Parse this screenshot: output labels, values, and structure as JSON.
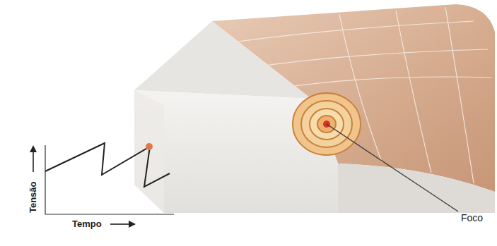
{
  "diagram": {
    "labels": [
      "Tensão",
      "Tempo",
      "Foco"
    ]
  }
}
